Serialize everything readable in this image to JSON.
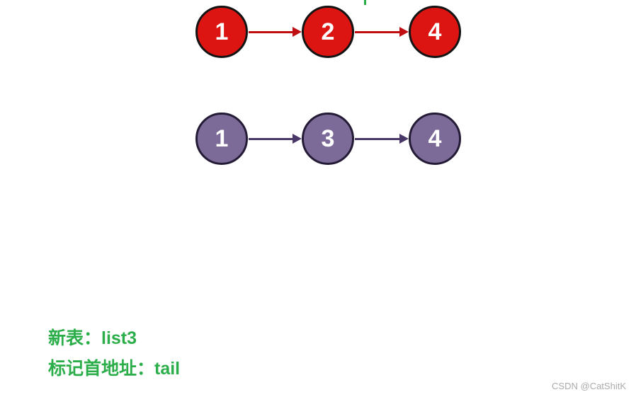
{
  "diagram": {
    "lists": [
      {
        "id": "list1",
        "nodes": [
          "1",
          "2",
          "4"
        ],
        "node_fill": "#dc1412",
        "node_border": "#141414",
        "arrow_color": "#c00d12"
      },
      {
        "id": "list2",
        "nodes": [
          "1",
          "3",
          "4"
        ],
        "node_fill": "#7c6b98",
        "node_border": "#241b36",
        "arrow_color": "#4a3769"
      }
    ]
  },
  "annotations": {
    "line1": "新表：list3",
    "line2": "标记首地址：tail",
    "text_color": "#2bae4a"
  },
  "cursor_tick": {
    "color": "#2bae4a"
  },
  "watermark": {
    "text": "CSDN @CatShitK",
    "color": "#ababab"
  }
}
